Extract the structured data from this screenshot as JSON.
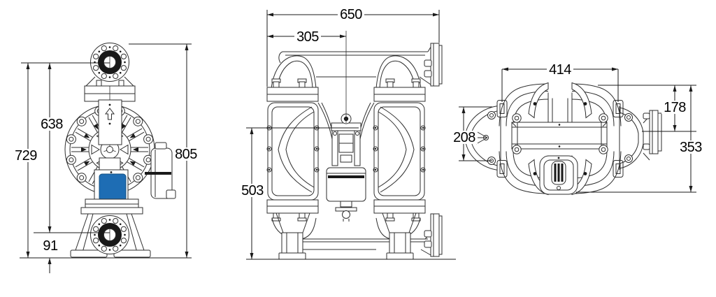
{
  "drawing": {
    "views": {
      "side": {
        "dims": {
          "port_centers": "638",
          "top_port_center_to_ground": "729",
          "overall_height": "805",
          "bottom_port_center_to_ground": "91"
        }
      },
      "front": {
        "dims": {
          "overall_width": "650",
          "left_port_to_centerline": "305",
          "centerline_to_ground": "503"
        }
      },
      "top": {
        "dims": {
          "clamp_bolt_span": "414",
          "top_edge_to_port_center": "178",
          "port_flange_width": "208",
          "overall_depth": "353"
        }
      }
    },
    "colors": {
      "line": "#2e2e2e",
      "dim_text": "#000000",
      "accent_blue": "#1e6db4",
      "fill_dark": "#191919",
      "background": "#ffffff"
    }
  }
}
